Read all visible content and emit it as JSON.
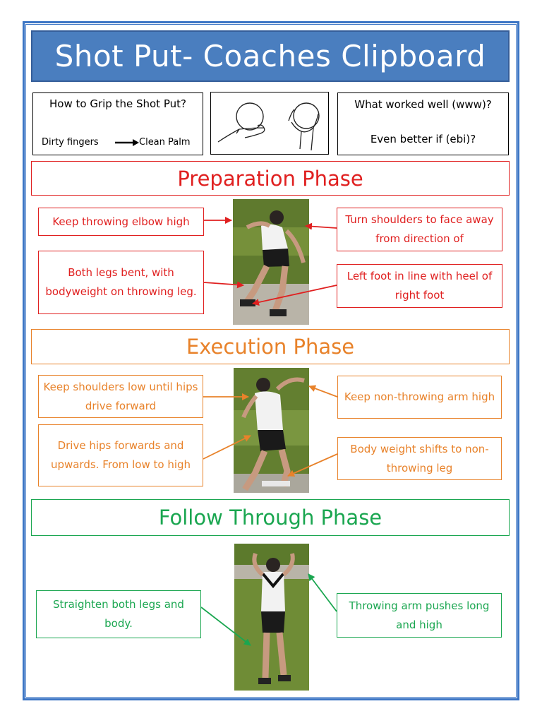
{
  "title": "Shot Put- Coaches Clipboard",
  "grip": {
    "question": "How to Grip the Shot Put?",
    "from": "Dirty fingers",
    "to": "Clean Palm"
  },
  "reflection": {
    "www": "What worked well (www)?",
    "ebi": "Even better if (ebi)?"
  },
  "colors": {
    "title_bg": "#4a7ebf",
    "preparation": "#e02020",
    "execution": "#e8822a",
    "follow_through": "#1aa650"
  },
  "preparation": {
    "heading": "Preparation Phase",
    "notes": [
      "Keep throwing elbow high",
      "Both legs bent, with bodyweight on throwing leg.",
      "Turn shoulders to face away from direction of",
      "Left foot in line with heel of right foot"
    ]
  },
  "execution": {
    "heading": "Execution Phase",
    "notes": [
      "Keep shoulders low until hips drive forward",
      "Drive hips forwards and upwards. From low to high",
      "Keep non-throwing arm high",
      "Body weight shifts to non-throwing leg"
    ]
  },
  "follow_through": {
    "heading": "Follow Through Phase",
    "notes": [
      "Straighten both legs and body.",
      "Throwing arm pushes long and high"
    ]
  }
}
